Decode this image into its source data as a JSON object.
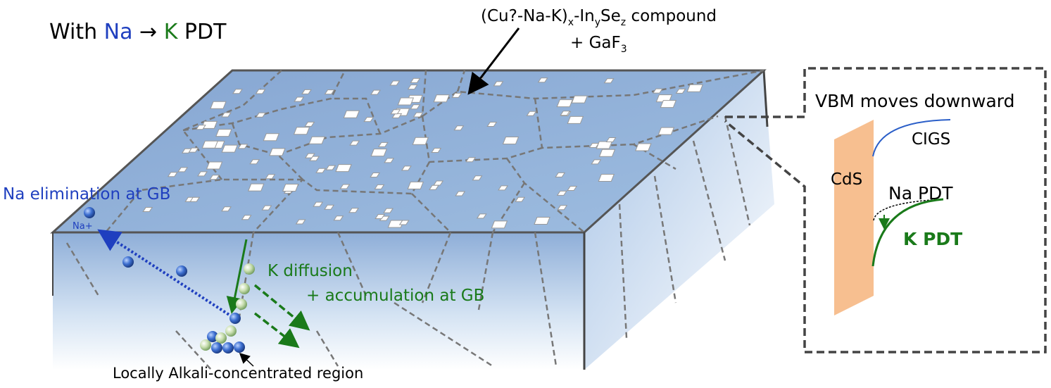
{
  "title": {
    "prefix": "With ",
    "na": "Na",
    "arrow": " → ",
    "k": "K",
    "suffix": " PDT"
  },
  "compound_label": {
    "line1": "(Cu?-Na-K)",
    "x": "x",
    "mid1": "-In",
    "y": "y",
    "mid2": "Se",
    "z": "z",
    "tail": " compound",
    "line2": "+ GaF",
    "sub3": "3"
  },
  "na_elimination": "Na elimination at GB",
  "na_ion": "Na+",
  "k_diffusion": {
    "line1": "K diffusion",
    "line2": "+ accumulation at GB"
  },
  "alkali_region": "Locally Alkali-concentrated region",
  "inset": {
    "heading": "VBM moves downward",
    "cigs": "CIGS",
    "cds": "CdS",
    "na_pdt": "Na PDT",
    "k_pdt": "K PDT"
  },
  "colors": {
    "na": "#1f3fbf",
    "k": "#1a7a1a",
    "cds": "#f7bf90",
    "top": "#8fb0d8"
  }
}
